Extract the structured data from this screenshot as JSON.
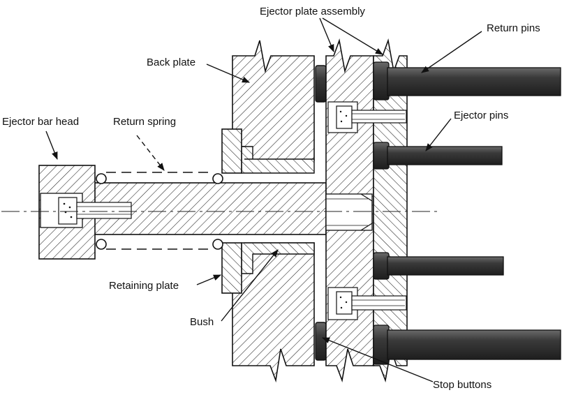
{
  "labels": {
    "ejector_plate_assembly": "Ejector plate assembly",
    "return_pins": "Return pins",
    "back_plate": "Back plate",
    "ejector_pins": "Ejector pins",
    "ejector_bar_head": "Ejector bar head",
    "return_spring": "Return spring",
    "retaining_plate": "Retaining plate",
    "bush": "Bush",
    "stop_buttons": "Stop buttons"
  },
  "colors": {
    "line": "#111111",
    "pin_fill": "#3a3a3a",
    "hatch": "#222222",
    "background": "#ffffff"
  }
}
